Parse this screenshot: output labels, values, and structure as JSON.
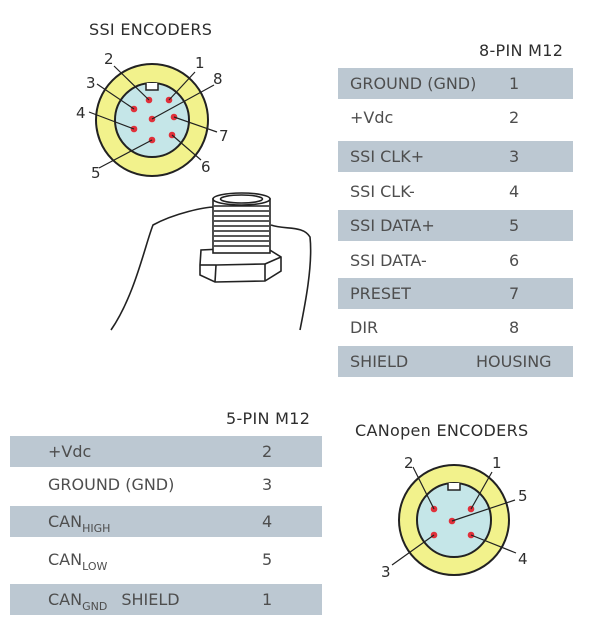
{
  "ssi": {
    "title": "SSI ENCODERS",
    "table_title": "8-PIN M12",
    "rows": [
      {
        "signal": "GROUND (GND)",
        "pin": "1"
      },
      {
        "signal": "+Vdc",
        "pin": "2"
      },
      {
        "signal": "SSI CLK+",
        "pin": "3"
      },
      {
        "signal": "SSI CLK-",
        "pin": "4"
      },
      {
        "signal": "SSI DATA+",
        "pin": "5"
      },
      {
        "signal": "SSI DATA-",
        "pin": "6"
      },
      {
        "signal": "PRESET",
        "pin": "7"
      },
      {
        "signal": "DIR",
        "pin": "8"
      },
      {
        "signal": "SHIELD",
        "pin": "HOUSING"
      }
    ],
    "pin_labels": [
      "1",
      "2",
      "3",
      "4",
      "5",
      "6",
      "7",
      "8"
    ]
  },
  "canopen": {
    "title": "CANopen ENCODERS",
    "table_title": "5-PIN M12",
    "rows": [
      {
        "signal": "+Vdc",
        "sub": "",
        "suffix": "",
        "pin": "2"
      },
      {
        "signal": "GROUND (GND)",
        "sub": "",
        "suffix": "",
        "pin": "3"
      },
      {
        "signal": "CAN",
        "sub": "HIGH",
        "suffix": "",
        "pin": "4"
      },
      {
        "signal": "CAN",
        "sub": "LOW",
        "suffix": "",
        "pin": "5"
      },
      {
        "signal": "CAN",
        "sub": "GND",
        "suffix": "SHIELD",
        "pin": "1"
      }
    ],
    "pin_labels": [
      "1",
      "2",
      "3",
      "4",
      "5"
    ]
  },
  "colors": {
    "row_shade": "#bcc8d2",
    "connector_ring": "#f2f28c",
    "connector_face": "#c5e6e8",
    "pin_dot": "#e0303a"
  }
}
